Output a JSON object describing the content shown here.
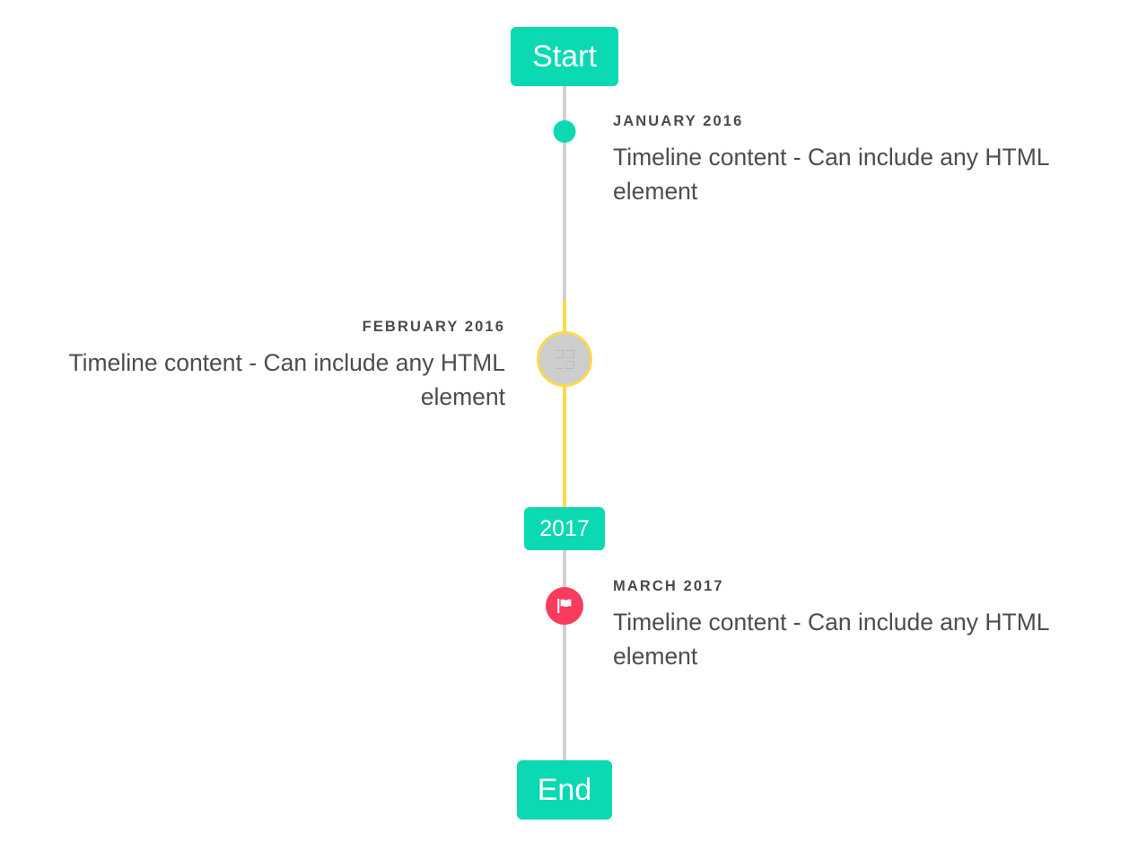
{
  "theme": {
    "accent_teal": "#0ad9b2",
    "spine_grey": "#cfcfcf",
    "highlight_yellow": "#fcd94b",
    "flag_pink": "#fb3b5d",
    "marker_grey": "#cdcdcd",
    "text_color": "#4d4d4d"
  },
  "timeline": {
    "start_label": "Start",
    "mid_label": "2017",
    "end_label": "End",
    "events": [
      {
        "date": "JANUARY 2016",
        "body": "Timeline content - Can include any HTML element",
        "side": "right",
        "marker": "dot-icon"
      },
      {
        "date": "FEBRUARY 2016",
        "body": "Timeline content - Can include any HTML element",
        "side": "left",
        "marker": "missing-glyph-icon"
      },
      {
        "date": "MARCH 2017",
        "body": "Timeline content - Can include any HTML element",
        "side": "right",
        "marker": "flag-icon"
      }
    ]
  }
}
